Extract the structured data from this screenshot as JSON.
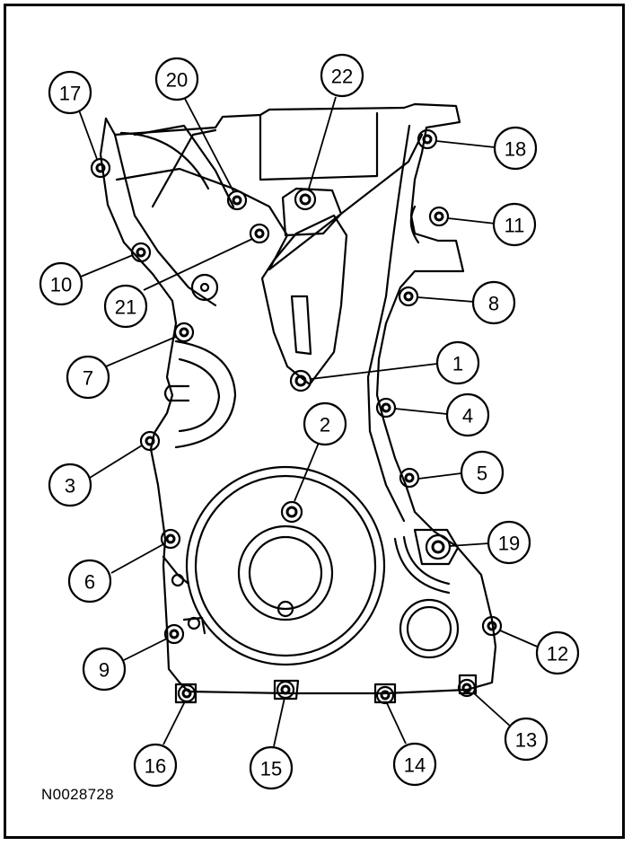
{
  "figure_code": "N0028728",
  "callouts": [
    "1",
    "2",
    "3",
    "4",
    "5",
    "6",
    "7",
    "8",
    "9",
    "10",
    "11",
    "12",
    "13",
    "14",
    "15",
    "16",
    "17",
    "18",
    "19",
    "20",
    "21",
    "22"
  ]
}
